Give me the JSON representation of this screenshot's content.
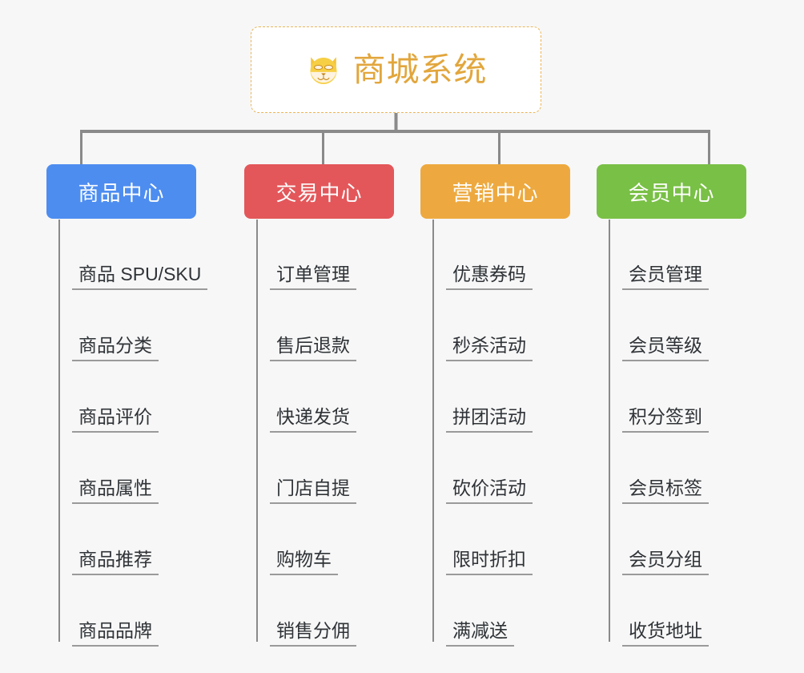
{
  "page": {
    "background_color": "#f7f7f7",
    "type": "mindmap"
  },
  "root": {
    "title": "商城系统",
    "icon": "shiba-dog-face-icon",
    "border_color": "#e9b559",
    "text_color": "#e2a63c",
    "background_color": "#ffffff"
  },
  "branches": [
    {
      "label": "商品中心",
      "color": "#4d8df0",
      "items": [
        {
          "label": "商品 SPU/SKU"
        },
        {
          "label": "商品分类"
        },
        {
          "label": "商品评价"
        },
        {
          "label": "商品属性"
        },
        {
          "label": "商品推荐"
        },
        {
          "label": "商品品牌"
        }
      ]
    },
    {
      "label": "交易中心",
      "color": "#e3575a",
      "items": [
        {
          "label": "订单管理"
        },
        {
          "label": "售后退款"
        },
        {
          "label": "快递发货"
        },
        {
          "label": "门店自提"
        },
        {
          "label": "购物车"
        },
        {
          "label": "销售分佣"
        }
      ]
    },
    {
      "label": "营销中心",
      "color": "#eda93f",
      "items": [
        {
          "label": "优惠券码"
        },
        {
          "label": "秒杀活动"
        },
        {
          "label": "拼团活动"
        },
        {
          "label": "砍价活动"
        },
        {
          "label": "限时折扣"
        },
        {
          "label": "满减送"
        }
      ]
    },
    {
      "label": "会员中心",
      "color": "#79c046",
      "items": [
        {
          "label": "会员管理"
        },
        {
          "label": "会员等级"
        },
        {
          "label": "积分签到"
        },
        {
          "label": "会员标签"
        },
        {
          "label": "会员分组"
        },
        {
          "label": "收货地址"
        }
      ]
    }
  ],
  "connector": {
    "color": "#8a8a8a"
  }
}
